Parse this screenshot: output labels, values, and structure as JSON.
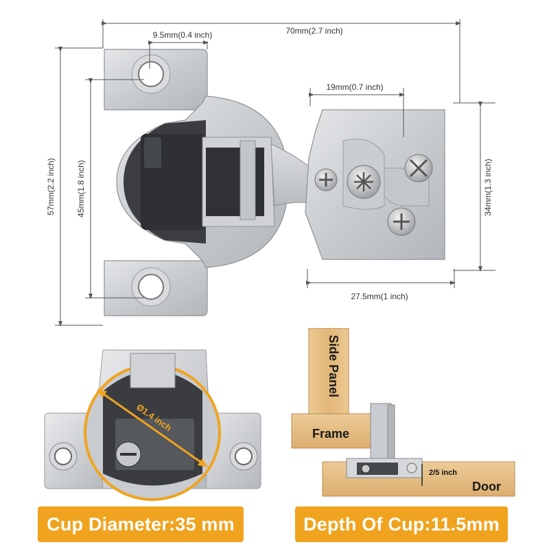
{
  "dimensions": {
    "overall_width": "70mm(2.7 inch)",
    "hole_offset": "9.5mm(0.4 inch)",
    "plate_width": "19mm(0.7 inch)",
    "overall_height": "57mm(2.2 inch)",
    "hole_spacing": "45mm(1.8 inch)",
    "plate_height": "34mm(1.3 inch)",
    "plate_depth": "27.5mm(1 inch)"
  },
  "cup_callout": "Ø1.4 inch",
  "install": {
    "side_panel": "Side Panel",
    "frame": "Frame",
    "door": "Door",
    "overlay": "2/5 inch"
  },
  "banners": {
    "cup_diameter": "Cup Diameter:35 mm",
    "cup_depth": "Depth Of Cup:11.5mm"
  },
  "colors": {
    "banner": "#f0a31f",
    "wood": "#e6bf86",
    "metal": "#cfd1d4"
  }
}
